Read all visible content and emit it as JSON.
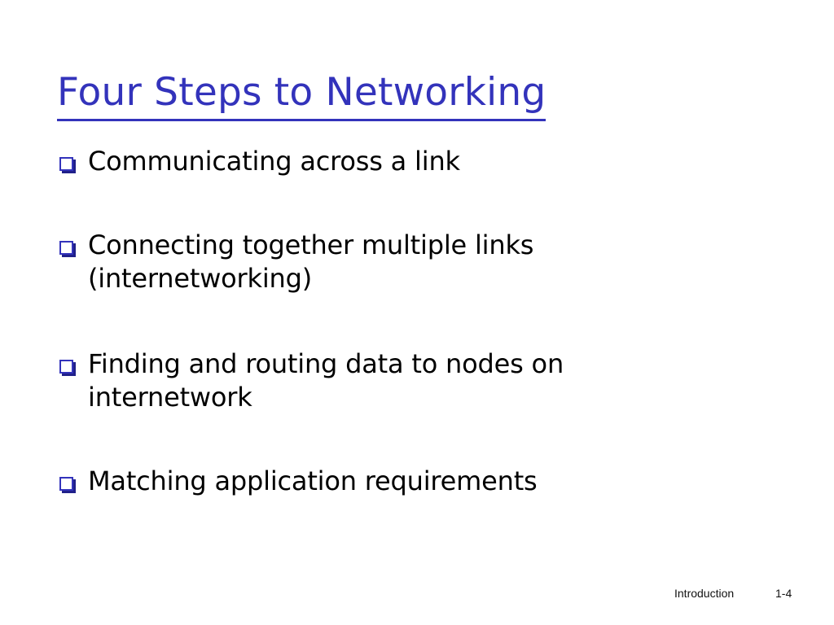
{
  "slide": {
    "title": "Four Steps to Networking",
    "title_color": "#3333BB",
    "background_color": "#FFFFFF",
    "body_color": "#000000",
    "bullet_marker_color": "#3333BB",
    "bullet_marker_shadow_color": "#20208A",
    "bullet_icon_name": "square-bullet-icon",
    "bullets": [
      {
        "text": "Communicating across a link"
      },
      {
        "text": "Connecting together multiple links (internetworking)"
      },
      {
        "text": "Finding and routing data to nodes on internetwork"
      },
      {
        "text": "Matching application requirements"
      }
    ]
  },
  "footer": {
    "label": "Introduction",
    "page": "1-4"
  }
}
